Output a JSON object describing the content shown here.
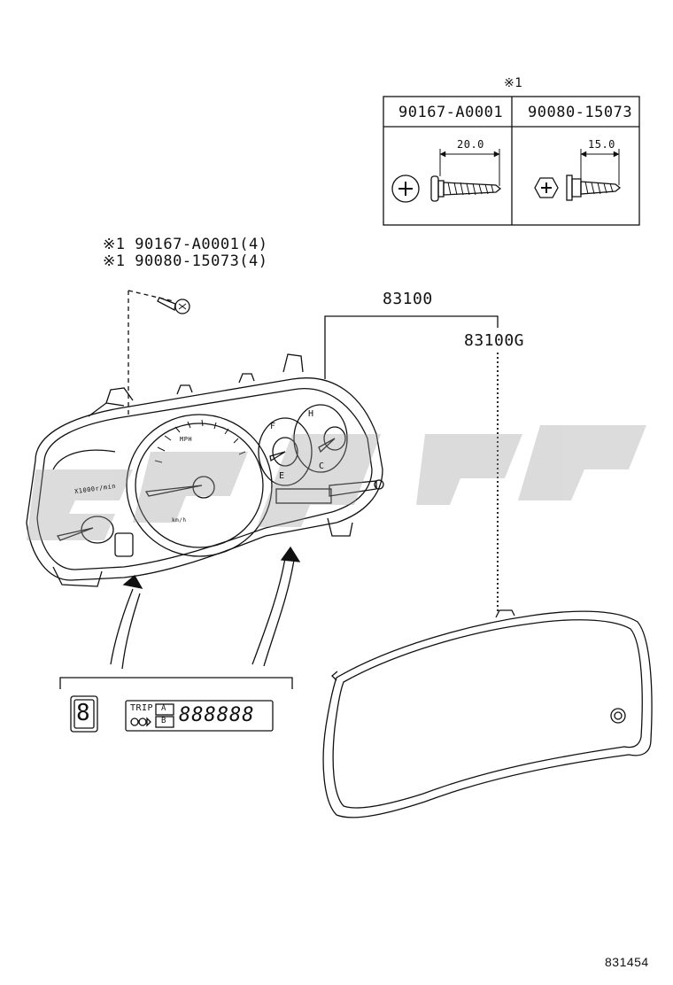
{
  "reference_mark": "※1",
  "fastener_table": {
    "columns": [
      {
        "part": "90167-A0001",
        "dimension": "20.0"
      },
      {
        "part": "90080-15073",
        "dimension": "15.0"
      }
    ]
  },
  "callouts": {
    "bolt_line1": "※1 90167-A0001(4)",
    "bolt_line2": "※1 90080-15073(4)",
    "meter_assy": "83100",
    "meter_glass": "83100G"
  },
  "gauge_labels": {
    "tacho_unit": "X1000r/min",
    "speedo_unit": "MPH",
    "speedo_unit2": "km/h",
    "fuel_full": "F",
    "fuel_empty": "E",
    "temp_hot": "H",
    "temp_cold": "C"
  },
  "display_detail": {
    "trip_label": "TRIP",
    "trip_a": "A",
    "trip_b": "B",
    "odometer_digits": "888888",
    "gear_digit": "8"
  },
  "diagram_number": "831454"
}
